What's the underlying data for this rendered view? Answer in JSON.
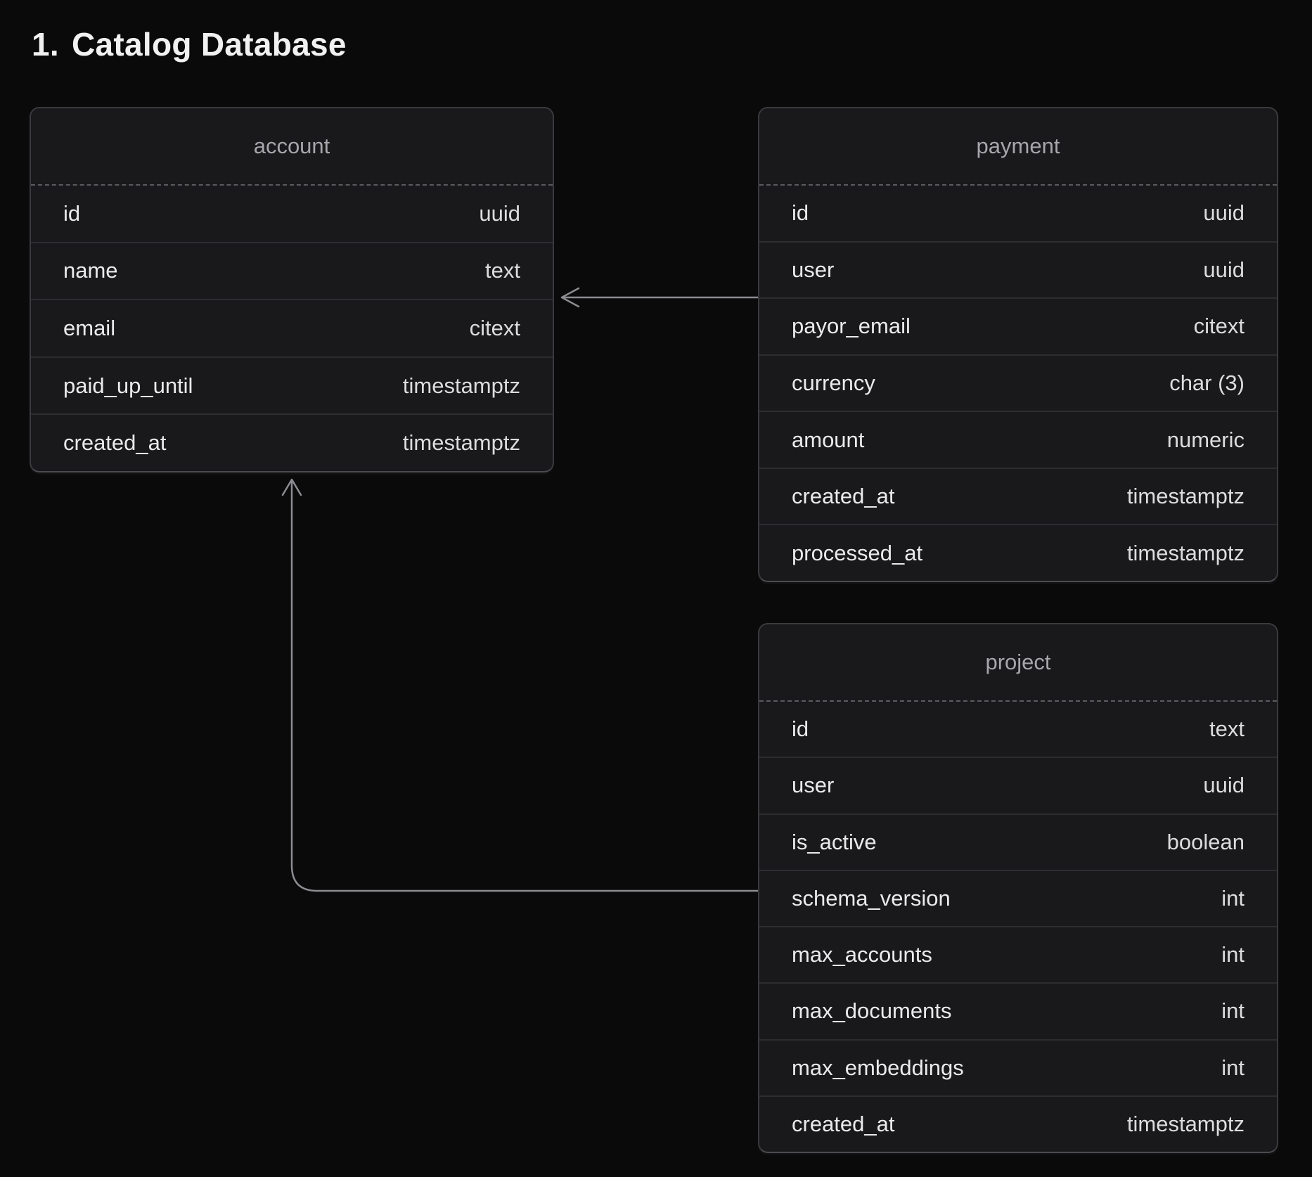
{
  "title": {
    "number": "1.",
    "text": "Catalog Database"
  },
  "colors": {
    "page_background": "#0a0a0b",
    "table_background": "#19191b",
    "table_border": "#3a3a3e",
    "row_divider": "#2d2d30",
    "header_dashed_divider": "#5a5a5f",
    "header_text": "#a6a6ab",
    "field_text": "#eaeaec",
    "type_text": "#dcdcde",
    "connector": "#8b8b90",
    "title_text": "#f1f1f2"
  },
  "tables": [
    {
      "name": "account",
      "columns": [
        {
          "field": "id",
          "type": "uuid"
        },
        {
          "field": "name",
          "type": "text"
        },
        {
          "field": "email",
          "type": "citext"
        },
        {
          "field": "paid_up_until",
          "type": "timestamptz"
        },
        {
          "field": "created_at",
          "type": "timestamptz"
        }
      ]
    },
    {
      "name": "payment",
      "columns": [
        {
          "field": "id",
          "type": "uuid"
        },
        {
          "field": "user",
          "type": "uuid"
        },
        {
          "field": "payor_email",
          "type": "citext"
        },
        {
          "field": "currency",
          "type": "char (3)"
        },
        {
          "field": "amount",
          "type": "numeric"
        },
        {
          "field": "created_at",
          "type": "timestamptz"
        },
        {
          "field": "processed_at",
          "type": "timestamptz"
        }
      ]
    },
    {
      "name": "project",
      "columns": [
        {
          "field": "id",
          "type": "text"
        },
        {
          "field": "user",
          "type": "uuid"
        },
        {
          "field": "is_active",
          "type": "boolean"
        },
        {
          "field": "schema_version",
          "type": "int"
        },
        {
          "field": "max_accounts",
          "type": "int"
        },
        {
          "field": "max_documents",
          "type": "int"
        },
        {
          "field": "max_embeddings",
          "type": "int"
        },
        {
          "field": "created_at",
          "type": "timestamptz"
        }
      ]
    }
  ],
  "relationships": [
    {
      "from": "payment",
      "to": "account"
    },
    {
      "from": "project",
      "to": "account"
    }
  ]
}
